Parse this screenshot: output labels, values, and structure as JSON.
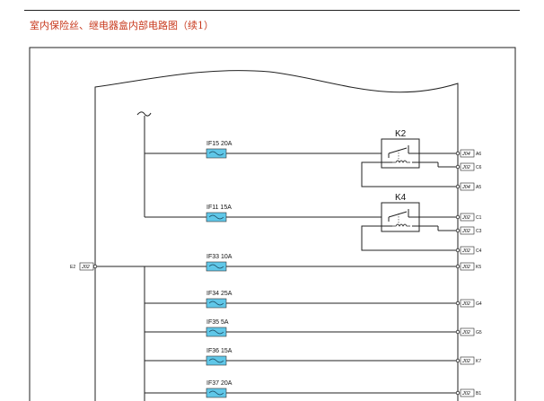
{
  "header": {
    "title": "室内保险丝、继电器盒内部电路图（续1）"
  },
  "input_connector": {
    "code": "J02",
    "pin": "E2"
  },
  "relays": [
    {
      "name": "K2",
      "outputs": [
        {
          "code": "J04",
          "pin": "A6"
        },
        {
          "code": "J02",
          "pin": "C6"
        },
        {
          "code": "J04",
          "pin": "A5"
        }
      ]
    },
    {
      "name": "K4",
      "outputs": [
        {
          "code": "J02",
          "pin": "C1"
        },
        {
          "code": "J02",
          "pin": "C3"
        },
        {
          "code": "J02",
          "pin": "C4"
        }
      ]
    }
  ],
  "fuses": [
    {
      "label": "IF15 20A"
    },
    {
      "label": "IF11 15A"
    },
    {
      "label": "IF33 10A",
      "output": {
        "code": "J02",
        "pin": "K5"
      }
    },
    {
      "label": "IF34 25A",
      "output": {
        "code": "J02",
        "pin": "G4"
      }
    },
    {
      "label": "IF35 5A",
      "output": {
        "code": "J02",
        "pin": "G5"
      }
    },
    {
      "label": "IF36 15A",
      "output": {
        "code": "J02",
        "pin": "K7"
      }
    },
    {
      "label": "IF37 20A",
      "output": {
        "code": "J02",
        "pin": "B1"
      }
    }
  ],
  "colors": {
    "fuse": "#5fc7e8",
    "line": "#222222",
    "title": "#c83a1e"
  }
}
